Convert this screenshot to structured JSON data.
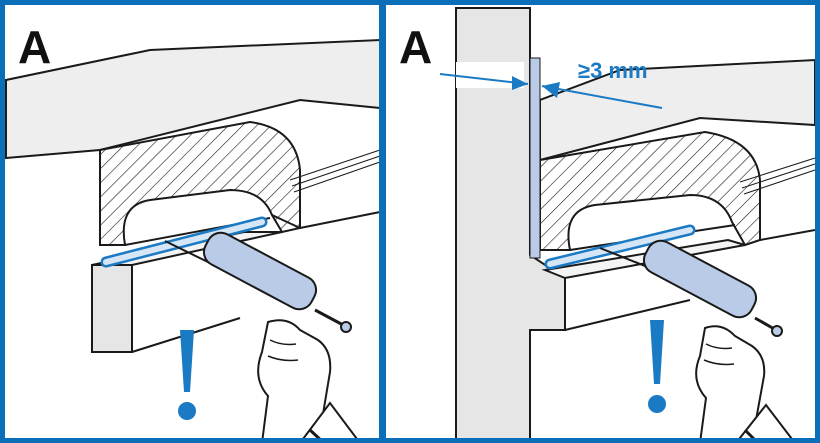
{
  "panels": [
    {
      "label": "A"
    },
    {
      "label": "A"
    }
  ],
  "dimension": {
    "text": "≥3 mm"
  },
  "colors": {
    "frame": "#0a6fb8",
    "accent": "#1b7ac4",
    "sealant": "#cfe0f2",
    "gun_body": "#b9cbe6",
    "surface": "#e6e6e6",
    "outline": "#1a1a1a"
  },
  "icons": [
    "caulking-gun-icon",
    "exclamation-icon",
    "hand-icon"
  ]
}
